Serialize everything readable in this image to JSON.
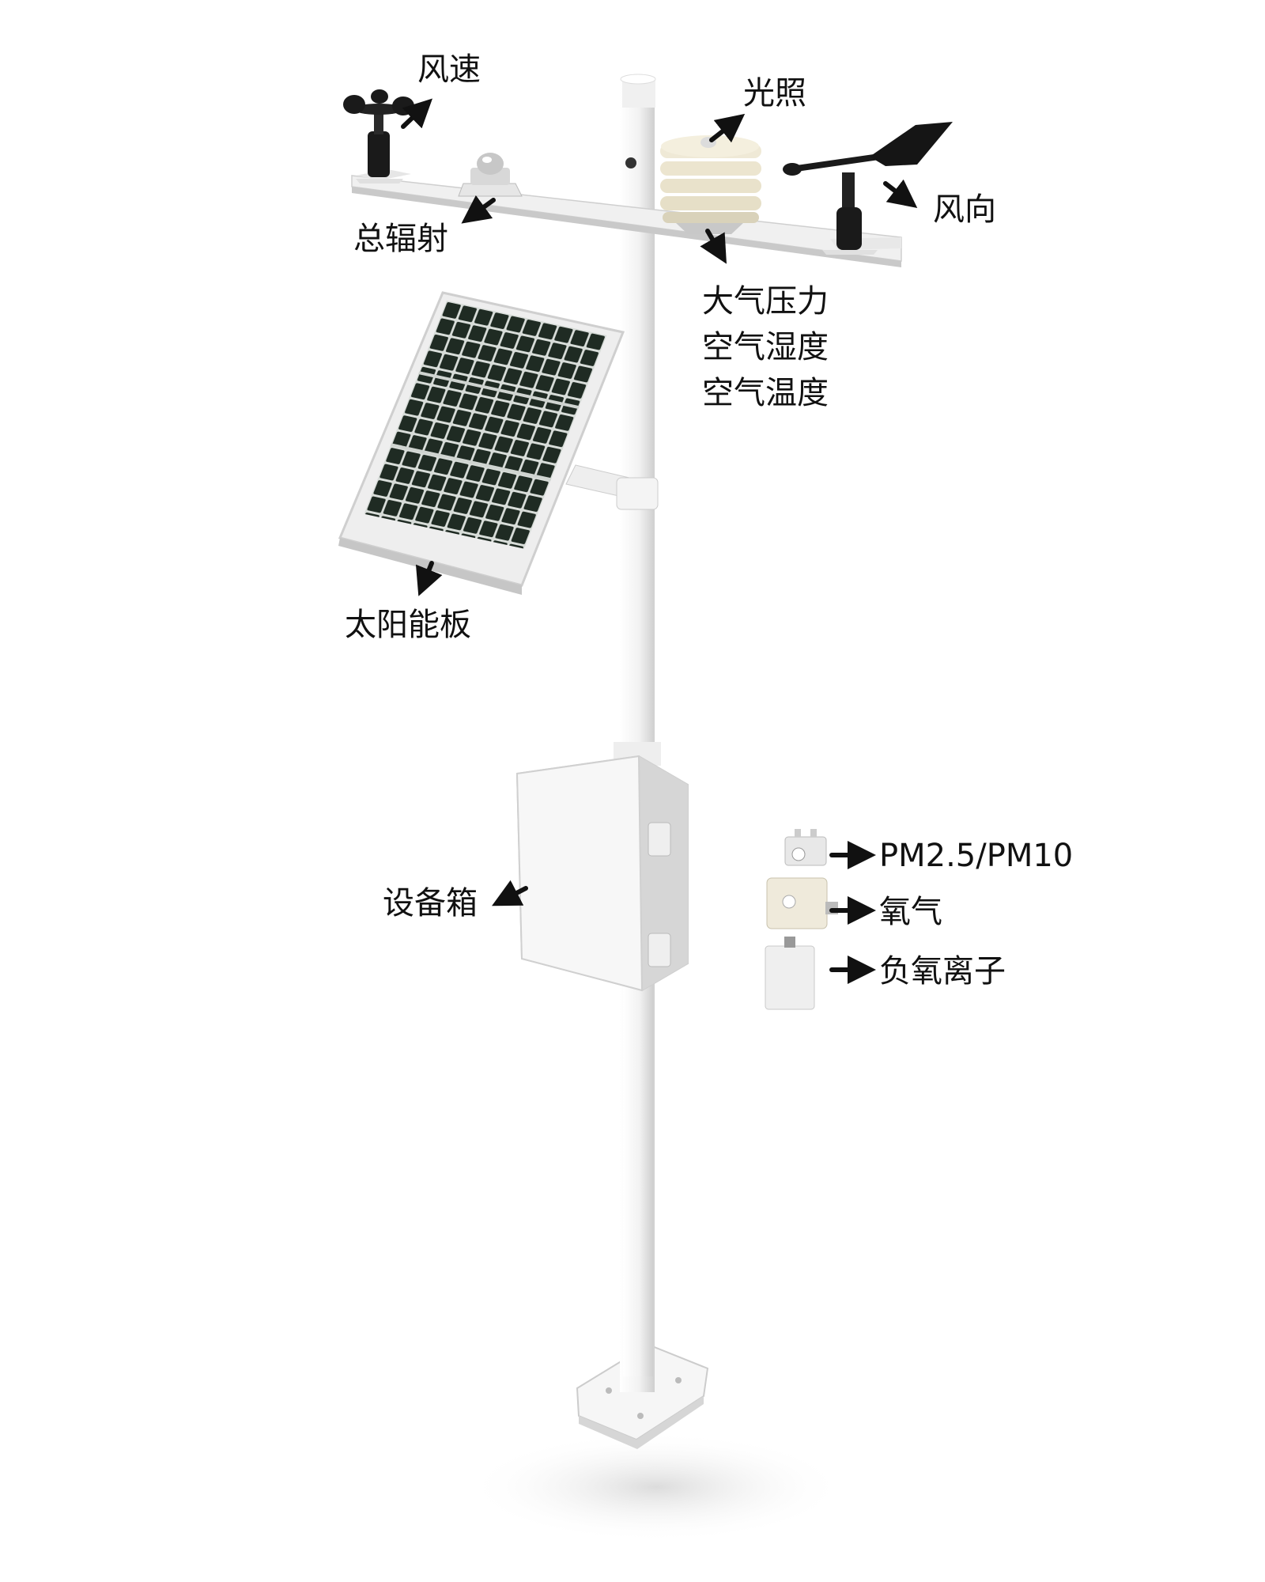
{
  "labels": {
    "wind_speed": "风速",
    "illumination": "光照",
    "wind_direction": "风向",
    "total_radiation": "总辐射",
    "pressure": "大气压力",
    "air_humidity": "空气湿度",
    "air_temperature": "空气温度",
    "solar_panel": "太阳能板",
    "equipment_box": "设备箱",
    "pm": "PM2.5/PM10",
    "oxygen": "氧气",
    "negative_ion": "负氧离子"
  },
  "colors": {
    "background": "#ffffff",
    "pole": "#f4f4f4",
    "pole_shade": "#d9d9d9",
    "panel_cell": "#1e2a22",
    "panel_frame": "#e8e8e8",
    "sensor_dark": "#1a1a1a",
    "arrow": "#111111",
    "text": "#111111"
  }
}
